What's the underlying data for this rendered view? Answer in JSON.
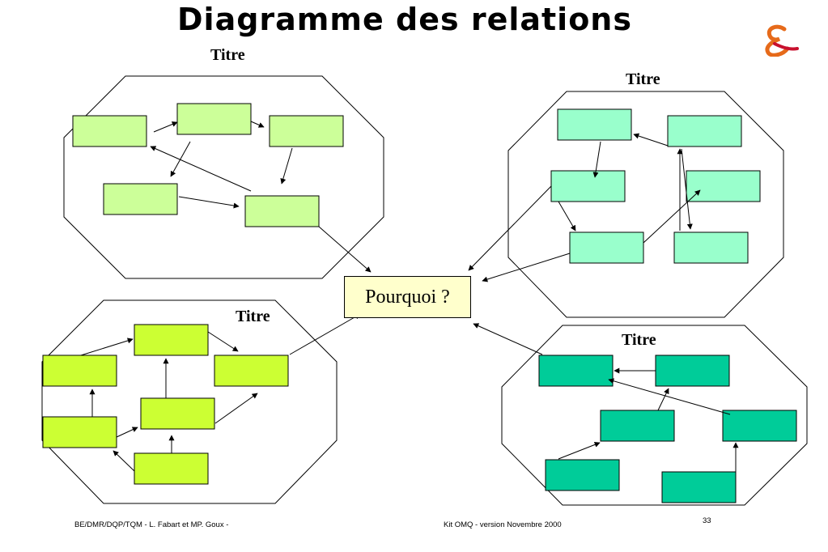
{
  "slide": {
    "title": "Diagramme des relations",
    "center_label": "Pourquoi ?",
    "group_titles": [
      "Titre",
      "Titre",
      "Titre",
      "Titre"
    ],
    "footer_left": "BE/DMR/DQP/TQM - L. Fabart et MP. Goux   -",
    "footer_center": "Kit OMQ -  version Novembre 2000",
    "page_number": "33"
  },
  "colors": {
    "group1_box": "#ccff99",
    "group2_box": "#99ffcc",
    "group3_box": "#ccff33",
    "group4_box": "#00cc99",
    "center_box": "#ffffcc",
    "logo_primary": "#e66a1a",
    "logo_secondary": "#c8102e"
  },
  "icons": {
    "logo": "ampersand-logo-icon"
  }
}
